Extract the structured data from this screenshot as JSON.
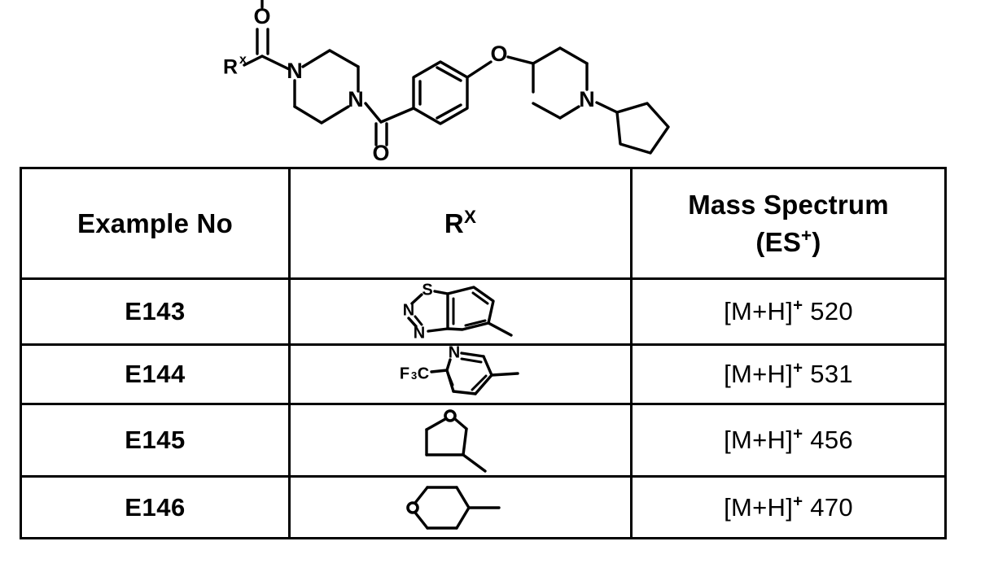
{
  "document": {
    "type": "patent-example-table",
    "scheme": {
      "generic_label": "R",
      "generic_label_superscript": "x",
      "carbonyl_atom": "O",
      "piperazine_n1": "N",
      "piperazine_n2": "N",
      "ketone_atom": "O",
      "ether_atom": "O",
      "piperidine_n": "N"
    }
  },
  "table": {
    "columns": [
      {
        "id": "example-no",
        "label": "Example No"
      },
      {
        "id": "rx",
        "label": "R",
        "superscript": "X"
      },
      {
        "id": "mass-spectrum",
        "label_line1": "Mass Spectrum",
        "label_line2_prefix": "(ES",
        "label_line2_superscript": "+",
        "label_line2_suffix": ")"
      }
    ],
    "rows": [
      {
        "example_no": "E143",
        "rx_structure": "benzo-1,2,3-thiadiazol-5-yl-methyl",
        "rx_atoms": {
          "sulfur": "S",
          "nitrogen_1": "N",
          "nitrogen_2": "N"
        },
        "mass_spectrum_ion": "[M+H]",
        "mass_spectrum_charge": "+",
        "mass_spectrum_value": "520"
      },
      {
        "example_no": "E144",
        "rx_structure": "6-trifluoromethyl-pyridin-3-yl-methyl",
        "rx_atoms": {
          "nitrogen": "N",
          "trifluoromethyl_prefix": "F",
          "trifluoromethyl_sub": "3",
          "trifluoromethyl_suffix": "C"
        },
        "mass_spectrum_ion": "[M+H]",
        "mass_spectrum_charge": "+",
        "mass_spectrum_value": "531"
      },
      {
        "example_no": "E145",
        "rx_structure": "tetrahydrofuran-3-yl-methyl",
        "rx_atoms": {
          "oxygen": "O"
        },
        "mass_spectrum_ion": "[M+H]",
        "mass_spectrum_charge": "+",
        "mass_spectrum_value": "456"
      },
      {
        "example_no": "E146",
        "rx_structure": "tetrahydropyran-4-yl-methyl",
        "rx_atoms": {
          "oxygen": "O"
        },
        "mass_spectrum_ion": "[M+H]",
        "mass_spectrum_charge": "+",
        "mass_spectrum_value": "470"
      }
    ]
  },
  "colors": {
    "ink": "#000000",
    "paper": "#ffffff"
  }
}
